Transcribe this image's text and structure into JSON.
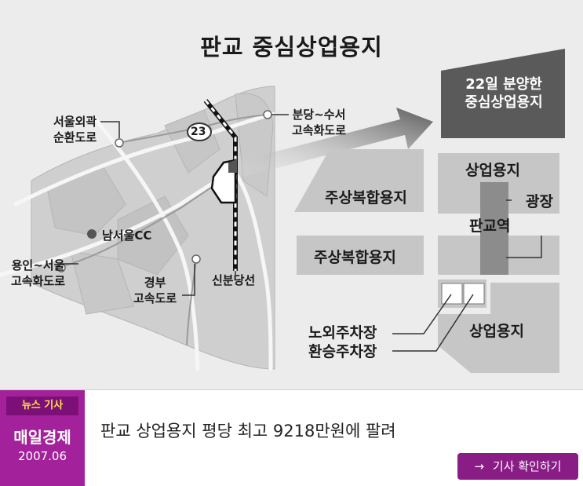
{
  "map": {
    "title": "판교 중심상업용지",
    "callout": [
      "22일 분양한",
      "중심상업용지"
    ],
    "route_marker": "23",
    "labels": {
      "outer_ring": [
        "서울외곽",
        "순환도로"
      ],
      "bundang_suseo": [
        "분당~수서",
        "고속화도로"
      ],
      "yongin_seoul": [
        "용인~서울",
        "고속화도로"
      ],
      "namseoul_cc": "남서울CC",
      "gyeongbu": [
        "경부",
        "고속도로"
      ],
      "sinbundang": "신분당선",
      "mixed_use_1": "주상복합용지",
      "mixed_use_2": "주상복합용지",
      "commercial_top": "상업용지",
      "plaza": "광장",
      "pangyo_station": "판교역",
      "outdoor_parking": "노외주차장",
      "transfer_parking": "환승주차장",
      "commercial_bottom": "상업용지"
    }
  },
  "news": {
    "tag": "뉴스 기사",
    "source": "매일경제",
    "date": "2007.06",
    "headline": "판교 상업용지 평당 최고 9218만원에 팔려",
    "cta_arrow": "→",
    "cta_label": "기사 확인하기"
  }
}
